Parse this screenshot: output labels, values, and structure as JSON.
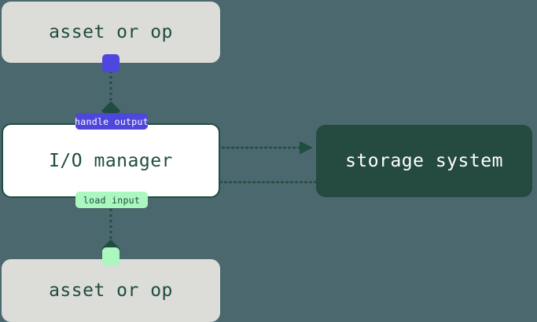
{
  "diagram": {
    "type": "flow-diagram",
    "background_color": "#4a686e",
    "nodes": [
      {
        "id": "asset-top",
        "label": "asset or op",
        "fill": "#dcdcd8",
        "text_color": "#1f4d3f"
      },
      {
        "id": "io-manager",
        "label": "I/O manager",
        "fill": "#ffffff",
        "border_color": "#1f4d3f",
        "text_color": "#1f4d3f"
      },
      {
        "id": "storage-system",
        "label": "storage system",
        "fill": "#254a40",
        "text_color": "#ffffff"
      },
      {
        "id": "asset-bottom",
        "label": "asset or op",
        "fill": "#dcdcd8",
        "text_color": "#1f4d3f"
      }
    ],
    "edge_labels": [
      {
        "id": "handle-output",
        "label": "handle output",
        "fill": "#4f46dd",
        "text_color": "#ffffff"
      },
      {
        "id": "load-input",
        "label": "load input",
        "fill": "#aaf7bf",
        "text_color": "#1f4d3f"
      }
    ],
    "ports": [
      {
        "id": "output-port",
        "name": "output-port-marker",
        "fill": "#4f46dd"
      },
      {
        "id": "input-port",
        "name": "input-port-marker",
        "fill": "#aaf7bf"
      }
    ],
    "edges": [
      {
        "id": "asset-top-to-io-manager",
        "from": "asset-top",
        "to": "io-manager",
        "label": "handle output",
        "style": "dotted",
        "color": "#1f4d3f"
      },
      {
        "id": "io-manager-to-storage",
        "from": "io-manager",
        "to": "storage-system",
        "style": "dotted",
        "color": "#1f4d3f"
      },
      {
        "id": "storage-to-io-manager",
        "from": "storage-system",
        "to": "io-manager",
        "style": "dotted",
        "color": "#1f4d3f"
      },
      {
        "id": "io-manager-to-asset-bottom",
        "from": "io-manager",
        "to": "asset-bottom",
        "label": "load input",
        "style": "dotted",
        "color": "#1f4d3f"
      }
    ]
  }
}
